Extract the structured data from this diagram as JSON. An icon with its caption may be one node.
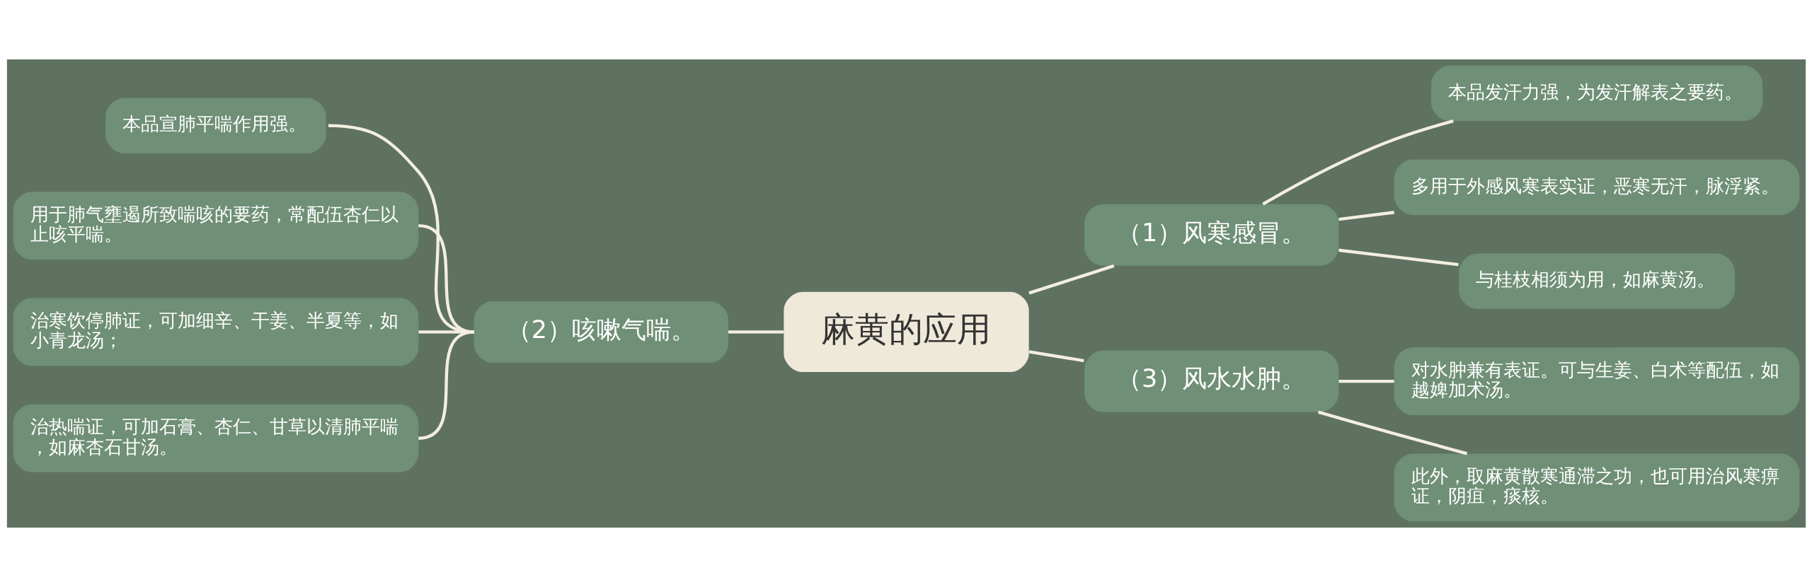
{
  "diagram": {
    "nodes": [
      {
        "text": [
          "麻黄的应用"
        ]
      },
      {
        "text": [
          "（1）风寒感冒。"
        ]
      },
      {
        "text": [
          "本品发汗力强，为发汗解表之要药。"
        ]
      },
      {
        "text": [
          "多用于外感风寒表实证，恶寒无汗，脉浮紧。"
        ]
      },
      {
        "text": [
          "与桂枝相须为用，如麻黄汤。"
        ]
      },
      {
        "text": [
          "（2）咳嗽气喘。"
        ]
      },
      {
        "text": [
          "本品宣肺平喘作用强。"
        ]
      },
      {
        "text": [
          "用于肺气壅遏所致喘咳的要药，常配伍杏仁以止咳平喘。"
        ]
      },
      {
        "text": [
          "治寒饮停肺证，可加细辛、干姜、半夏等，如小青龙汤；"
        ]
      },
      {
        "text": [
          "治热喘证，可加石膏、杏仁、甘草以清肺平喘，如麻杏石甘汤。"
        ]
      },
      {
        "text": [
          "（3）风水水肿。"
        ]
      },
      {
        "text": [
          "对水肿兼有表证。可与生姜、白术等配伍，如越婢加术汤。"
        ]
      },
      {
        "text": [
          "此外，取麻黄散寒通滞之功，也可用治风寒痹证，阴疽，痰核。"
        ]
      }
    ],
    "edges": [
      {
        "from": 0,
        "to": 1,
        "arrow": "none"
      },
      {
        "from": 1,
        "to": 2,
        "arrow": "none"
      },
      {
        "from": 1,
        "to": 3,
        "arrow": "none"
      },
      {
        "from": 1,
        "to": 4,
        "arrow": "none"
      },
      {
        "from": 0,
        "to": 5,
        "arrow": "none"
      },
      {
        "from": 5,
        "to": 6,
        "arrow": "none"
      },
      {
        "from": 5,
        "to": 7,
        "arrow": "none"
      },
      {
        "from": 5,
        "to": 8,
        "arrow": "none"
      },
      {
        "from": 5,
        "to": 9,
        "arrow": "none"
      },
      {
        "from": 0,
        "to": 10,
        "arrow": "none"
      },
      {
        "from": 10,
        "to": 11,
        "arrow": "none"
      },
      {
        "from": 10,
        "to": 12,
        "arrow": "none"
      }
    ]
  }
}
